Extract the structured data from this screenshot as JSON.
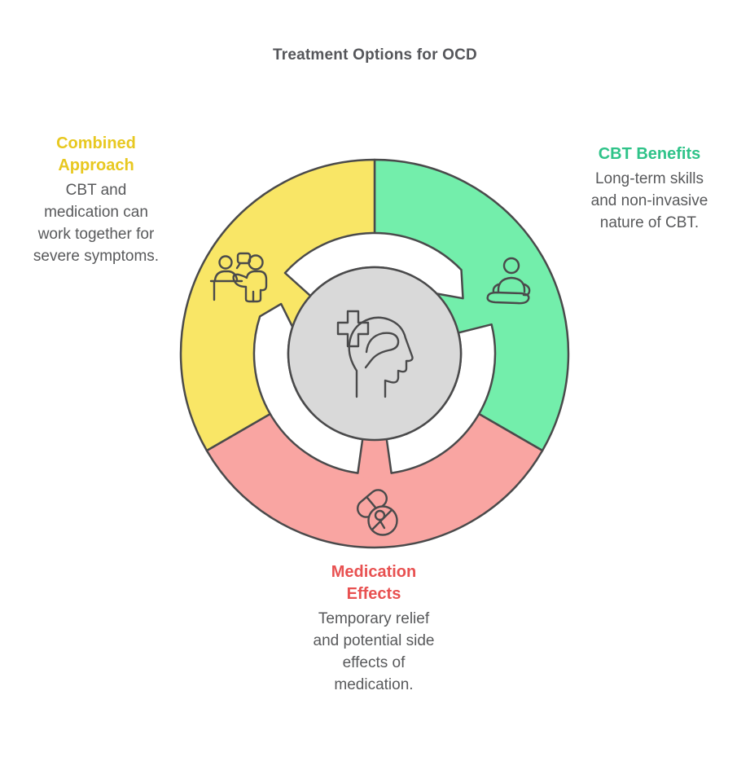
{
  "title": "Treatment Options for OCD",
  "segments": {
    "combined": {
      "heading_lines": [
        "Combined",
        "Approach"
      ],
      "body_lines": [
        "CBT and",
        "medication can",
        "work together for",
        "severe symptoms."
      ],
      "heading_color": "#e8c820",
      "fill": "#f9e666"
    },
    "cbt": {
      "heading_lines": [
        "CBT Benefits"
      ],
      "body_lines": [
        "Long-term skills",
        "and non-invasive",
        "nature of CBT."
      ],
      "heading_color": "#2fc389",
      "fill": "#73eeab"
    },
    "medication": {
      "heading_lines": [
        "Medication",
        "Effects"
      ],
      "body_lines": [
        "Temporary relief",
        "and potential side",
        "effects of",
        "medication."
      ],
      "heading_color": "#e85151",
      "fill": "#f9a5a2"
    }
  },
  "colors": {
    "outline": "#4a4a4b",
    "center_fill": "#d9d9d9",
    "white_ring": "#ffffff",
    "title_text": "#55565a",
    "body_text": "#58595b"
  },
  "icons": {
    "center": "head-with-medical-cross",
    "combined": "therapy-consultation",
    "cbt": "meditating-person",
    "medication": "pill-with-crossed-circle"
  }
}
